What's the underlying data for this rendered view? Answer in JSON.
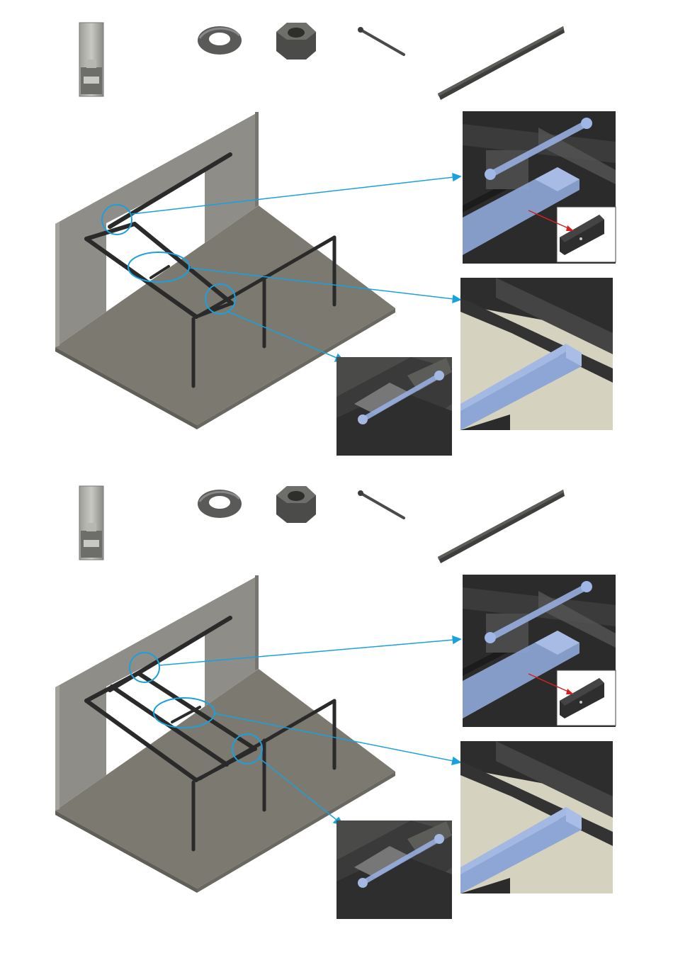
{
  "document": {
    "type": "assembly-instructions",
    "steps": [
      {
        "parts": [
          {
            "name": "aluminium-extrusion-profile"
          },
          {
            "name": "split-lock-washer"
          },
          {
            "name": "hex-nut"
          },
          {
            "name": "threaded-rod"
          },
          {
            "name": "long-rail"
          }
        ],
        "crossbars": 1,
        "callouts": [
          "rod-through-bracket",
          "beam-on-rail",
          "bracket-with-bolt"
        ]
      },
      {
        "parts": [
          {
            "name": "aluminium-extrusion-profile"
          },
          {
            "name": "split-lock-washer"
          },
          {
            "name": "hex-nut"
          },
          {
            "name": "threaded-rod"
          },
          {
            "name": "long-rail"
          }
        ],
        "crossbars": 2,
        "callouts": [
          "rod-through-bracket",
          "beam-on-rail",
          "bracket-with-bolt"
        ]
      }
    ],
    "colors": {
      "wall": "#8e8d87",
      "floor": "#7c7a70",
      "frame": "#2a2a2a",
      "callout_line": "#1aa0dc",
      "translucent_beam": "#8ea6d6",
      "arrow_red": "#d42020",
      "bg_panel": "#d5d3c0"
    }
  }
}
